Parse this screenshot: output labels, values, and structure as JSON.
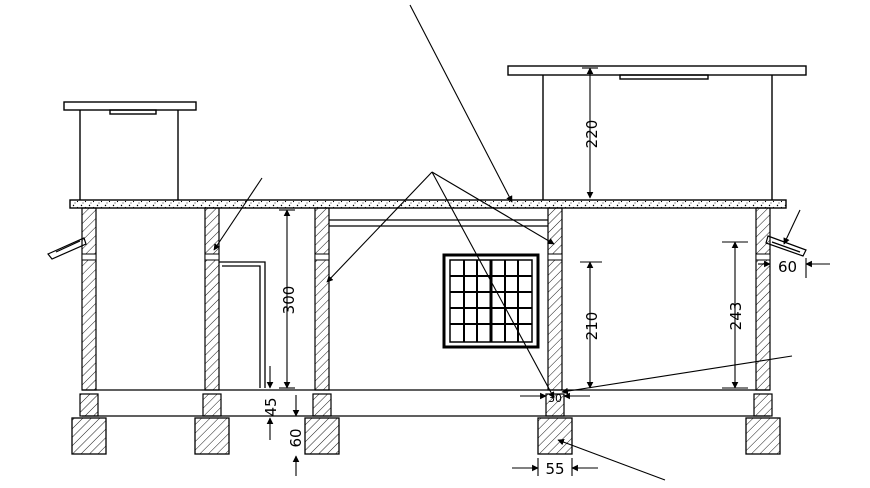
{
  "dimensions": {
    "upper_room_height": "220",
    "wall_height": "300",
    "window_height": "210",
    "right_wall_height": "243",
    "eave_offset": "60",
    "plinth_height": "45",
    "footing_depth": "60",
    "footing_width": "55",
    "column_width": "30"
  }
}
